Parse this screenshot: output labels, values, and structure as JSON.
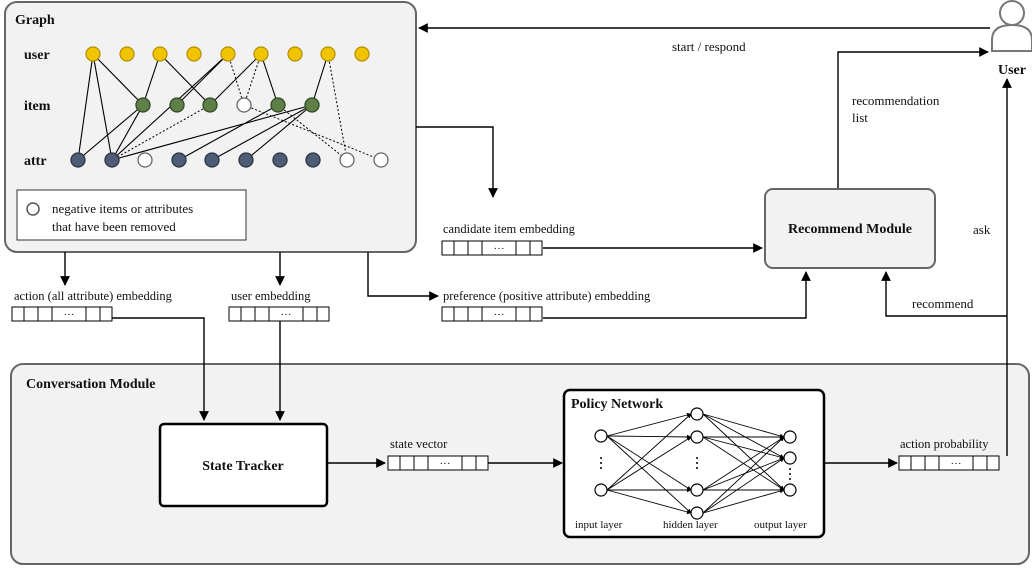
{
  "graph": {
    "title": "Graph",
    "row_labels": {
      "user": "user",
      "item": "item",
      "attr": "attr"
    },
    "legend": "negative items or attributes that have been removed",
    "legend_line1": "negative items or attributes",
    "legend_line2": "that have been removed",
    "colors": {
      "user": "#f0c400",
      "item": "#5e7f48",
      "attr": "#4d5d75",
      "negative": "#ffffff"
    }
  },
  "user_node": {
    "label": "User"
  },
  "edges_text": {
    "start_respond": "start / respond",
    "recommendation_list_1": "recommendation",
    "recommendation_list_2": "list",
    "ask": "ask",
    "recommend": "recommend"
  },
  "embeddings": {
    "candidate_item": "candidate item embedding",
    "preference": "preference (positive attribute) embedding",
    "action": "action (all attribute) embedding",
    "user": "user embedding",
    "dots": "···"
  },
  "recommend_module": {
    "label": "Recommend Module"
  },
  "conversation_module": {
    "title": "Conversation Module",
    "state_tracker": "State Tracker",
    "state_vector": "state vector",
    "action_probability": "action probability",
    "policy_network": {
      "title": "Policy Network",
      "input_layer": "input layer",
      "hidden_layer": "hidden layer",
      "output_layer": "output layer"
    }
  }
}
